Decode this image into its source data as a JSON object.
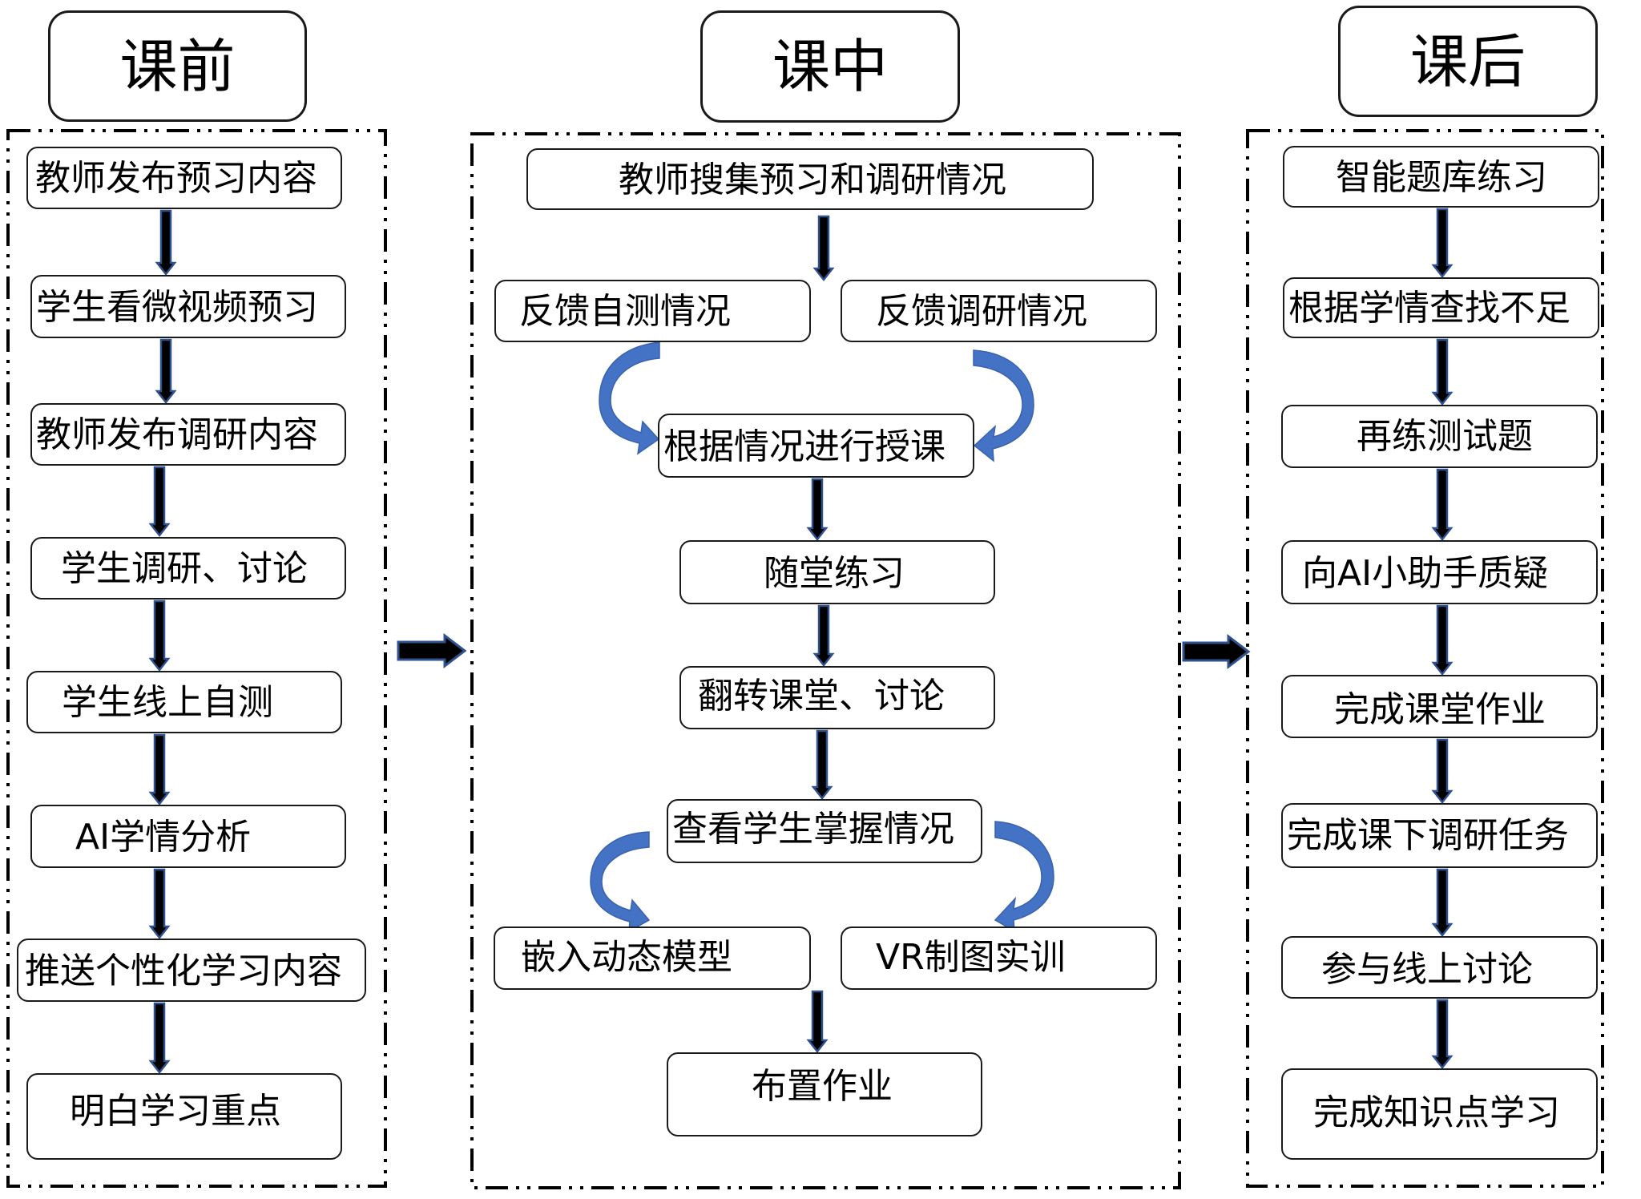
{
  "colors": {
    "arrow_fill": "#000000",
    "arrow_outline": "#2F528F",
    "curved_arrow": "#4472C4",
    "border": "#1a1a1a"
  },
  "phases": [
    {
      "id": "pre-class",
      "title": "课前",
      "steps": [
        "教师发布预习内容",
        "学生看微视频预习",
        "教师发布调研内容",
        "学生调研、讨论",
        "学生线上自测",
        "AI学情分析",
        "推送个性化学习内容",
        "明白学习重点"
      ]
    },
    {
      "id": "in-class",
      "title": "课中",
      "steps": [
        "教师搜集预习和调研情况",
        "反馈自测情况",
        "反馈调研情况",
        "根据情况进行授课",
        "随堂练习",
        "翻转课堂、讨论",
        "查看学生掌握情况",
        "嵌入动态模型",
        "VR制图实训",
        "布置作业"
      ]
    },
    {
      "id": "post-class",
      "title": "课后",
      "steps": [
        "智能题库练习",
        "根据学情查找不足",
        "再练测试题",
        "向AI小助手质疑",
        "完成课堂作业",
        "完成课下调研任务",
        "参与线上讨论",
        "完成知识点学习"
      ]
    }
  ],
  "connections": [
    {
      "from": "课前",
      "to": "课中",
      "type": "phase-arrow"
    },
    {
      "from": "课中",
      "to": "课后",
      "type": "phase-arrow"
    },
    {
      "from": "教师发布预习内容",
      "to": "学生看微视频预习"
    },
    {
      "from": "学生看微视频预习",
      "to": "教师发布调研内容"
    },
    {
      "from": "教师发布调研内容",
      "to": "学生调研、讨论"
    },
    {
      "from": "学生调研、讨论",
      "to": "学生线上自测"
    },
    {
      "from": "学生线上自测",
      "to": "AI学情分析"
    },
    {
      "from": "AI学情分析",
      "to": "推送个性化学习内容"
    },
    {
      "from": "推送个性化学习内容",
      "to": "明白学习重点"
    },
    {
      "from": "教师搜集预习和调研情况",
      "to": "反馈自测情况 / 反馈调研情况"
    },
    {
      "from": "反馈自测情况",
      "to": "根据情况进行授课",
      "type": "curved"
    },
    {
      "from": "反馈调研情况",
      "to": "根据情况进行授课",
      "type": "curved"
    },
    {
      "from": "根据情况进行授课",
      "to": "随堂练习"
    },
    {
      "from": "随堂练习",
      "to": "翻转课堂、讨论"
    },
    {
      "from": "翻转课堂、讨论",
      "to": "查看学生掌握情况"
    },
    {
      "from": "查看学生掌握情况",
      "to": "嵌入动态模型",
      "type": "curved"
    },
    {
      "from": "查看学生掌握情况",
      "to": "VR制图实训",
      "type": "curved"
    },
    {
      "from": "嵌入动态模型 / VR制图实训",
      "to": "布置作业"
    },
    {
      "from": "智能题库练习",
      "to": "根据学情查找不足"
    },
    {
      "from": "根据学情查找不足",
      "to": "再练测试题"
    },
    {
      "from": "再练测试题",
      "to": "向AI小助手质疑"
    },
    {
      "from": "向AI小助手质疑",
      "to": "完成课堂作业"
    },
    {
      "from": "完成课堂作业",
      "to": "完成课下调研任务"
    },
    {
      "from": "完成课下调研任务",
      "to": "参与线上讨论"
    },
    {
      "from": "参与线上讨论",
      "to": "完成知识点学习"
    }
  ]
}
